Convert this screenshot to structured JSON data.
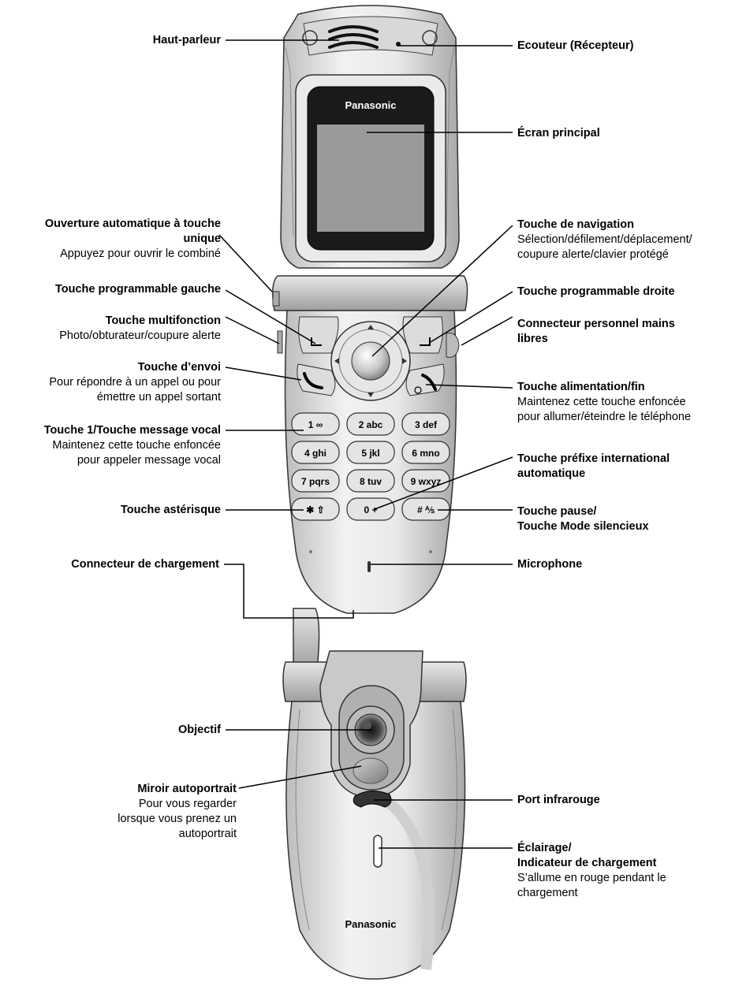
{
  "brand": "Panasonic",
  "keypad": {
    "keys": [
      "1 ∞",
      "2 abc",
      "3 def",
      "4 ghi",
      "5 jkl",
      "6 mno",
      "7 pqrs",
      "8 tuv",
      "9 wxyz",
      "✱ ⇧",
      "0 +",
      "# ⅍"
    ]
  },
  "labels": {
    "haut_parleur": {
      "title": [
        "Haut-parleur"
      ]
    },
    "ecouteur": {
      "title": [
        "Ecouteur (Récepteur)"
      ]
    },
    "ecran_principal": {
      "title": [
        "Écran principal"
      ]
    },
    "ouverture": {
      "title": [
        "Ouverture automatique à touche",
        "unique"
      ],
      "desc": [
        "Appuyez pour ouvrir le combiné"
      ]
    },
    "touche_navigation": {
      "title": [
        "Touche de navigation"
      ],
      "desc": [
        "Sélection/défilement/déplacement/",
        "coupure alerte/clavier protégé"
      ]
    },
    "prog_gauche": {
      "title": [
        "Touche programmable gauche"
      ]
    },
    "prog_droite": {
      "title": [
        "Touche programmable droite"
      ]
    },
    "multifonction": {
      "title": [
        "Touche multifonction"
      ],
      "desc": [
        "Photo/obturateur/coupure alerte"
      ]
    },
    "connecteur_mains_libres": {
      "title": [
        "Connecteur personnel mains",
        "libres"
      ]
    },
    "envoi": {
      "title": [
        "Touche d’envoi"
      ],
      "desc": [
        "Pour répondre à un appel ou pour",
        "émettre un appel sortant"
      ]
    },
    "alimentation": {
      "title": [
        "Touche alimentation/fin"
      ],
      "desc": [
        "Maintenez cette touche enfoncée",
        "pour allumer/éteindre le téléphone"
      ]
    },
    "touche1": {
      "title": [
        "Touche 1/Touche message vocal"
      ],
      "desc": [
        "Maintenez cette touche enfoncée",
        "pour appeler message vocal"
      ]
    },
    "prefixe": {
      "title": [
        "Touche préfixe international",
        "automatique"
      ]
    },
    "asterisque": {
      "title": [
        "Touche astérisque"
      ]
    },
    "pause": {
      "title": [
        "Touche pause/",
        "Touche Mode silencieux"
      ]
    },
    "chargement": {
      "title": [
        "Connecteur de chargement"
      ]
    },
    "microphone": {
      "title": [
        "Microphone"
      ]
    },
    "objectif": {
      "title": [
        "Objectif"
      ]
    },
    "miroir": {
      "title": [
        "Miroir autoportrait"
      ],
      "desc": [
        "Pour vous regarder",
        "lorsque vous prenez un",
        "autoportrait"
      ]
    },
    "infrarouge": {
      "title": [
        "Port infrarouge"
      ]
    },
    "eclairage": {
      "title": [
        "Éclairage/",
        "Indicateur de chargement"
      ],
      "desc": [
        "S’allume en rouge pendant le",
        "chargement"
      ]
    }
  }
}
